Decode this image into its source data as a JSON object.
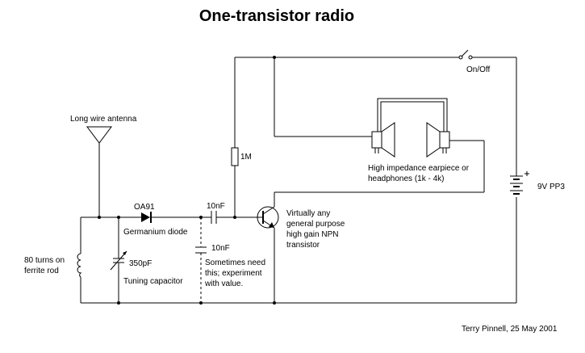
{
  "title": "One-transistor radio",
  "labels": {
    "on_off": "On/Off",
    "antenna": "Long wire antenna",
    "resistor": "1M",
    "earpiece_1": "High impedance earpiece or",
    "earpiece_2": "headphones (1k - 4k)",
    "battery": "9V PP3",
    "diode_part": "OA91",
    "coupling_cap": "10nF",
    "diode_desc": "Germanium diode",
    "transistor_1": "Virtually any",
    "transistor_2": "general purpose",
    "transistor_3": "high gain NPN",
    "transistor_4": "transistor",
    "coil_1": "80 turns on",
    "coil_2": "ferrite rod",
    "tuning_value": "350pF",
    "tuning_desc": "Tuning capacitor",
    "optional_cap": "10nF",
    "optional_1": "Sometimes need",
    "optional_2": "this; experiment",
    "optional_3": "with value.",
    "credit": "Terry Pinnell, 25 May 2001"
  }
}
